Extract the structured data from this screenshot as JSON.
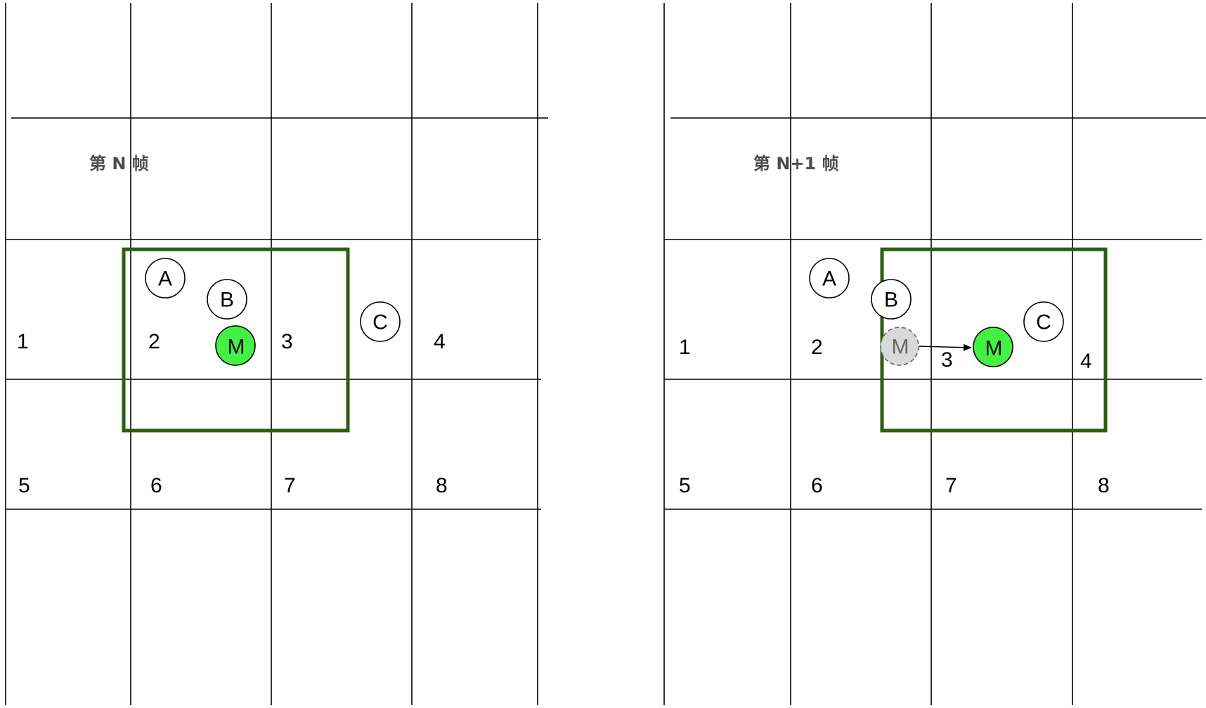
{
  "colors": {
    "aoi_border": "#2d5e0f",
    "target_fill": "#44f044",
    "ghost_fill": "#d9d9d9",
    "ghost_stroke": "#666666",
    "ghost_text": "#666666",
    "line": "#000000"
  },
  "frames": [
    {
      "title": "第 N 帧",
      "cells": [
        "1",
        "2",
        "3",
        "4",
        "5",
        "6",
        "7",
        "8"
      ],
      "objects": [
        {
          "label": "A",
          "kind": "normal"
        },
        {
          "label": "B",
          "kind": "normal"
        },
        {
          "label": "C",
          "kind": "normal"
        },
        {
          "label": "M",
          "kind": "target"
        }
      ]
    },
    {
      "title": "第 N+1 帧",
      "cells": [
        "1",
        "2",
        "3",
        "4",
        "5",
        "6",
        "7",
        "8"
      ],
      "objects": [
        {
          "label": "A",
          "kind": "normal"
        },
        {
          "label": "B",
          "kind": "normal"
        },
        {
          "label": "C",
          "kind": "normal"
        },
        {
          "label": "M",
          "kind": "ghost"
        },
        {
          "label": "M",
          "kind": "target"
        }
      ],
      "movement_arrow": {
        "from": "M (previous position)",
        "to": "M (new position)"
      }
    }
  ]
}
